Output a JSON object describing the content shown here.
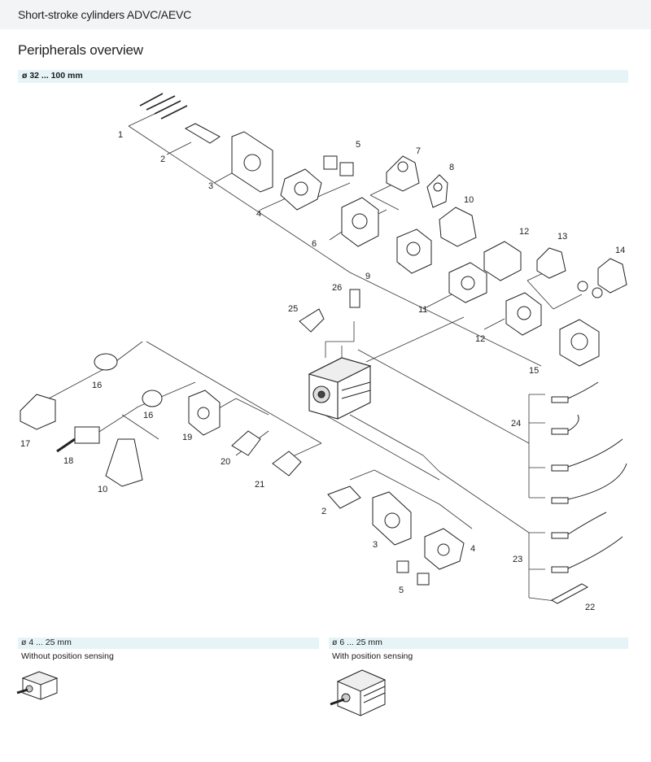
{
  "header": {
    "title": "Short-stroke cylinders ADVC/AEVC"
  },
  "section": {
    "title": "Peripherals overview"
  },
  "diameter_range": {
    "label": "ø 32 ... 100 mm"
  },
  "callouts": {
    "c1": "1",
    "c2": "2",
    "c3": "3",
    "c4": "4",
    "c5": "5",
    "c6": "6",
    "c7": "7",
    "c8": "8",
    "c9": "9",
    "c10": "10",
    "c11": "11",
    "c12": "12",
    "c13": "13",
    "c14": "14",
    "c15": "15",
    "c16": "16",
    "c17": "17",
    "c18": "18",
    "c19": "19",
    "c20": "20",
    "c21": "21",
    "c22": "22",
    "c23": "23",
    "c24": "24",
    "c25": "25",
    "c26": "26"
  },
  "variants": [
    {
      "range": "ø 4 ... 25 mm",
      "description": "Without position sensing"
    },
    {
      "range": "ø 6 ... 25 mm",
      "description": "With position sensing"
    }
  ]
}
